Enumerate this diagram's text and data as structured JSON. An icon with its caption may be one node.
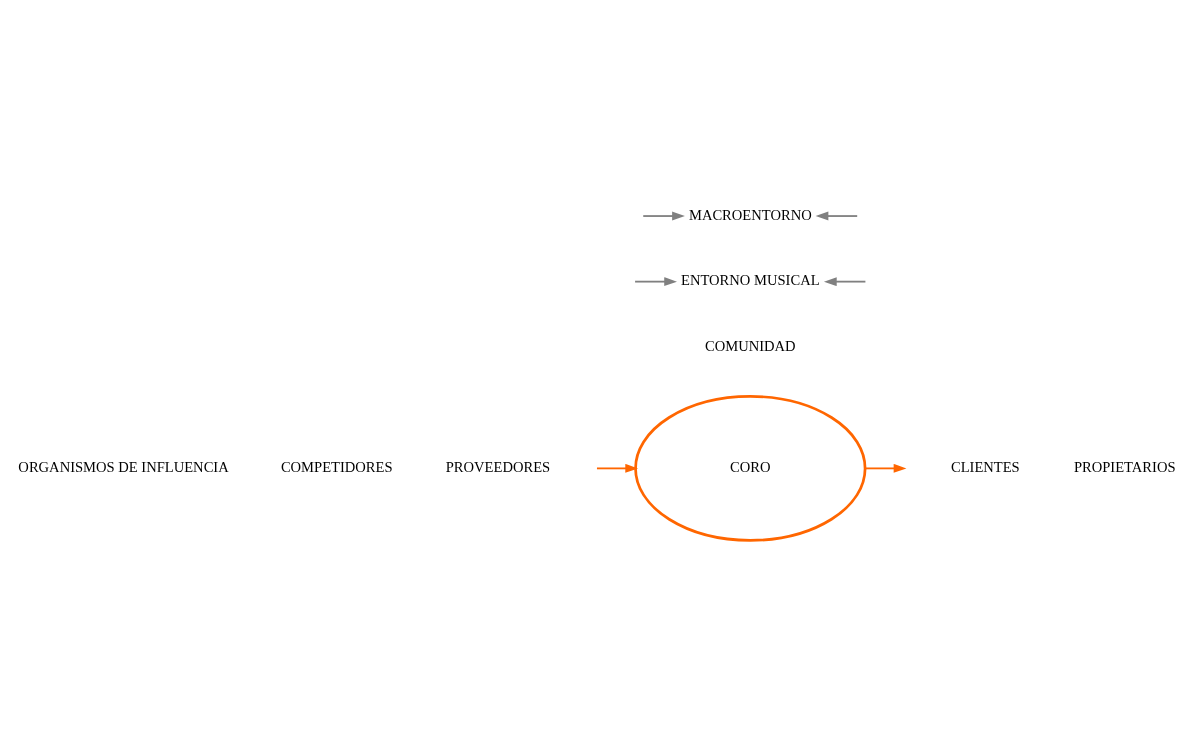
{
  "diagram": {
    "nodes": [
      {
        "text": [
          "MACROENTORNO"
        ]
      },
      {
        "text": [
          "ENTORNO MUSICAL"
        ]
      },
      {
        "text": [
          "COMUNIDAD"
        ]
      },
      {
        "text": [
          "CORO"
        ]
      }
    ],
    "edges": [
      {
        "from": null,
        "to": 0,
        "arrow": "to"
      },
      {
        "from": null,
        "to": 0,
        "arrow": "to"
      },
      {
        "from": null,
        "to": 1,
        "arrow": "to"
      },
      {
        "from": null,
        "to": 1,
        "arrow": "to"
      },
      {
        "from": 3,
        "to": null,
        "arrow": "to",
        "color": "#ff6600"
      },
      {
        "from": null,
        "to": 3,
        "arrow": "to",
        "color": "#ff6600"
      }
    ],
    "labels": [
      "ORGANISMOS DE INFLUENCIA",
      "COMPETIDORES",
      "PROVEEDORES",
      "CLIENTES",
      "PROPIETARIOS"
    ]
  }
}
